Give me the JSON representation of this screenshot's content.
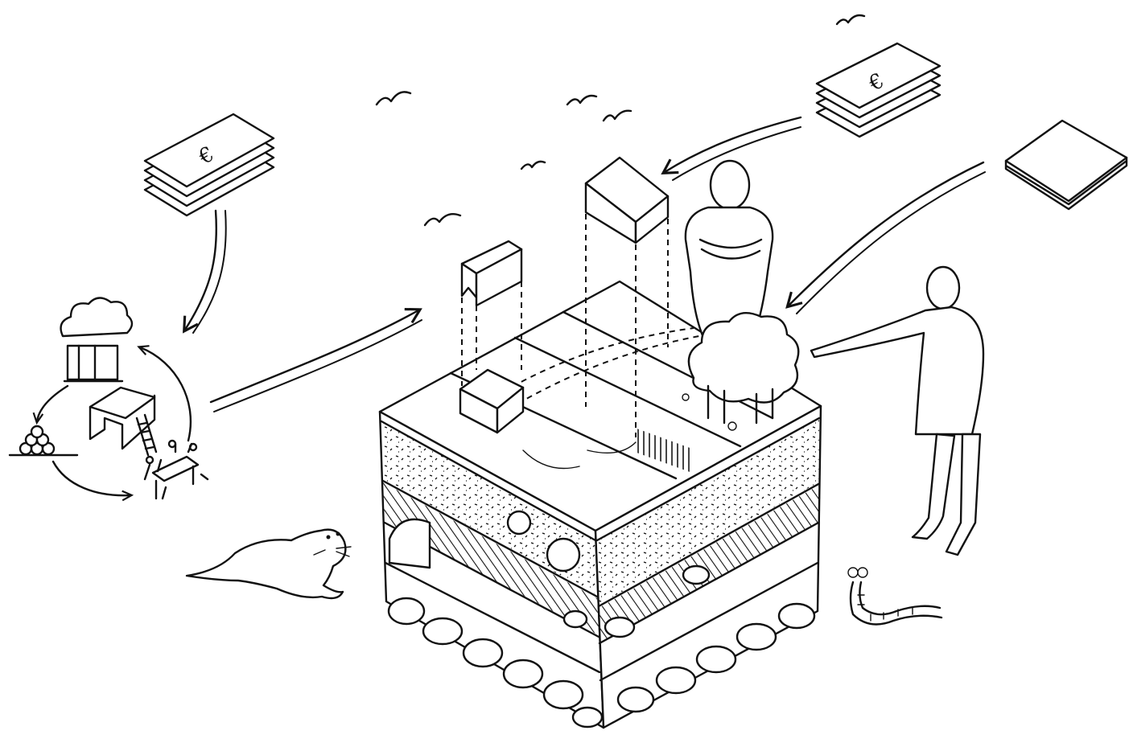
{
  "diagram": {
    "style": "black-and-white isometric line illustration",
    "stroke_color": "#111111",
    "background_color": "#ffffff",
    "currency_symbol": "€",
    "elements": [
      "euro-banknote-stack-left-icon",
      "euro-banknote-stack-right-icon",
      "document-stack-icon",
      "circular-economy-cycle-icon",
      "soil-block",
      "house-icon",
      "barn-icon",
      "standing-person-icon",
      "pointing-person-icon",
      "tree-icon",
      "otter-icon",
      "earthworm-icon",
      "bird-icons"
    ]
  }
}
